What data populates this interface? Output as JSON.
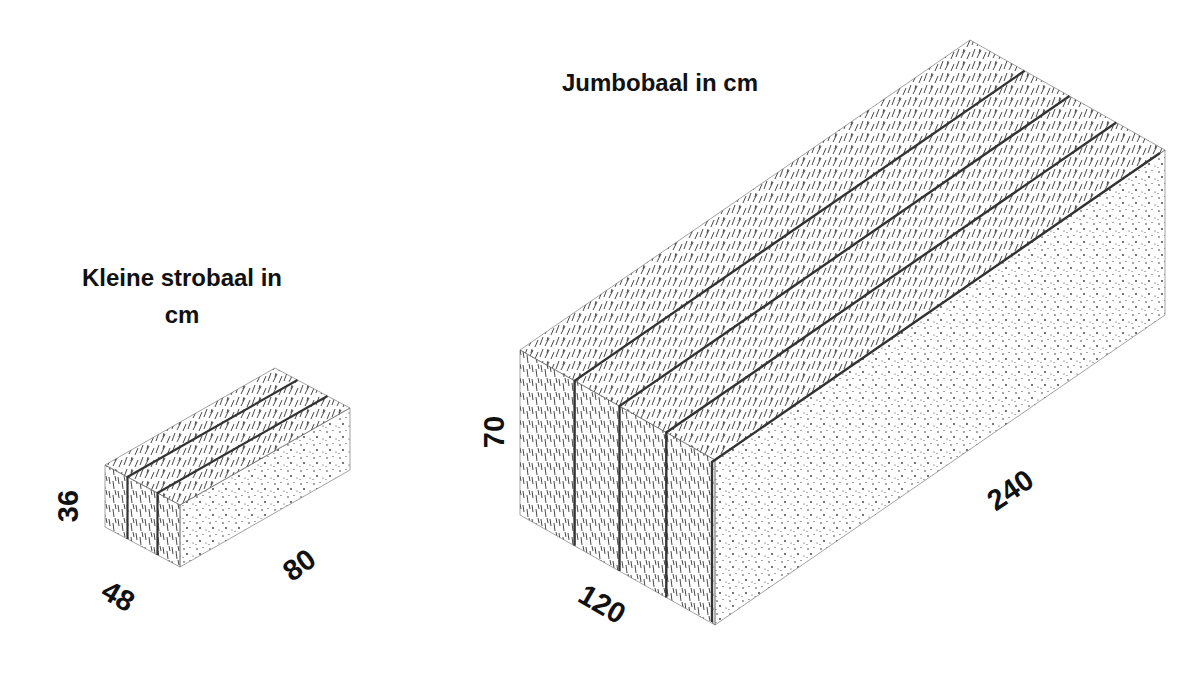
{
  "diagram": {
    "labels": [
      "Jumbobaal in cm",
      "Kleine strobaal in cm",
      "36",
      "48",
      "80",
      "70",
      "120",
      "240"
    ]
  }
}
